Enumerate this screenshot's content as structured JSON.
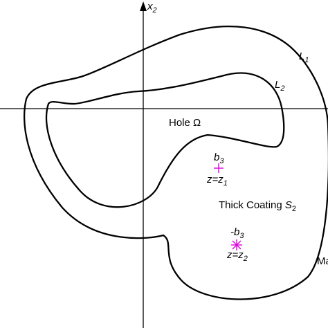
{
  "axis": {
    "x2_label": "x",
    "x2_sub": "2"
  },
  "curves": {
    "outer": {
      "name": "L",
      "sub": "1"
    },
    "inner": {
      "name": "L",
      "sub": "2"
    }
  },
  "hole": {
    "text": "Hole",
    "symbol": "Ω"
  },
  "coating": {
    "text": "Thick Coating",
    "symbol": "S",
    "sub": "2"
  },
  "points": [
    {
      "name": "b",
      "sub": "3",
      "z": "z=z",
      "z_sub": "1",
      "color": "#e000e0"
    },
    {
      "name": "-b",
      "sub": "3",
      "z": "z=z",
      "z_sub": "2",
      "color": "#e000e0"
    }
  ],
  "matrix_partial": "Ma"
}
